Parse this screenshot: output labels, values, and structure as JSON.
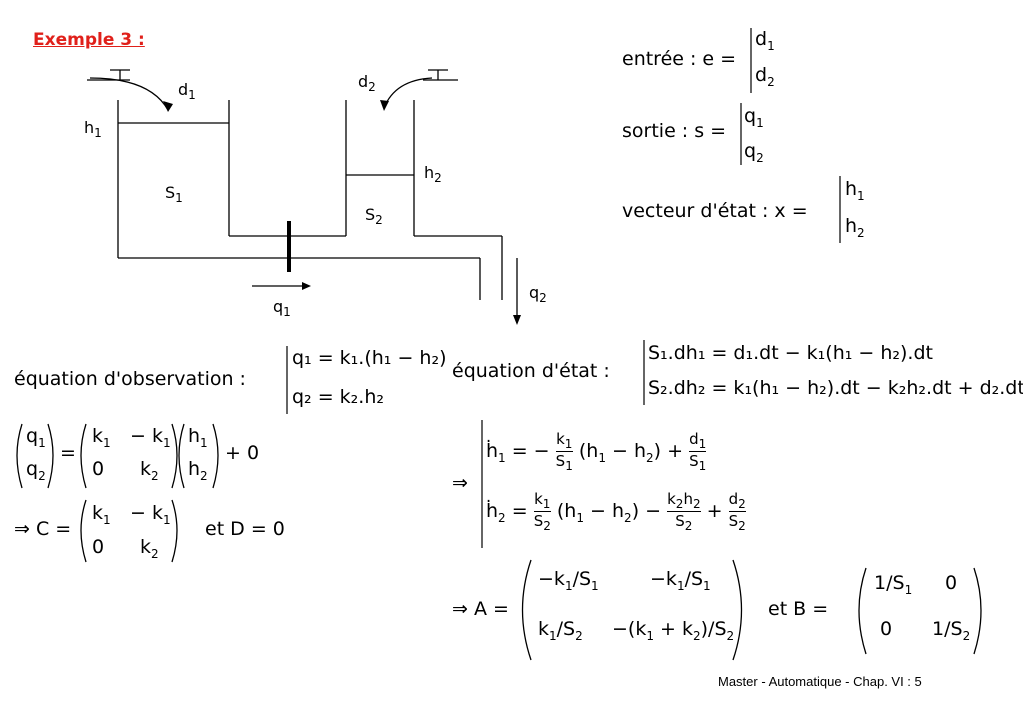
{
  "title": "Exemple 3 :",
  "diagram": {
    "d1": "d",
    "d1_sub": "1",
    "d2": "d",
    "d2_sub": "2",
    "h1": "h",
    "h1_sub": "1",
    "h2": "h",
    "h2_sub": "2",
    "S1": "S",
    "S1_sub": "1",
    "S2": "S",
    "S2_sub": "2",
    "q1": "q",
    "q1_sub": "1",
    "q2": "q",
    "q2_sub": "2"
  },
  "io": {
    "entree": "entrée : e =",
    "entree_v": [
      "d1",
      "d2"
    ],
    "sortie": "sortie : s =",
    "sortie_v": [
      "q1",
      "q2"
    ],
    "etat": "vecteur d'état  : x =",
    "etat_v": [
      "h1",
      "h2"
    ]
  },
  "obs": {
    "label": "équation d'observation :",
    "lines": [
      "q₁ = k₁.(h₁ − h₂)",
      "q₂ = k₂.h₂"
    ],
    "matrix_eq": "+ 0",
    "C_prefix": "⇒ C =",
    "C_suffix": "et    D = 0"
  },
  "state": {
    "label": "équation d'état  :",
    "lines": [
      "S₁.dh₁ = d₁.dt − k₁(h₁ − h₂).dt",
      "S₂.dh₂ = k₁(h₁ − h₂).dt − k₂h₂.dt + d₂.dt"
    ],
    "A_prefix": "⇒ A =",
    "B_prefix": "et    B ="
  },
  "footer": "Master - Automatique -  Chap. VI : 5"
}
